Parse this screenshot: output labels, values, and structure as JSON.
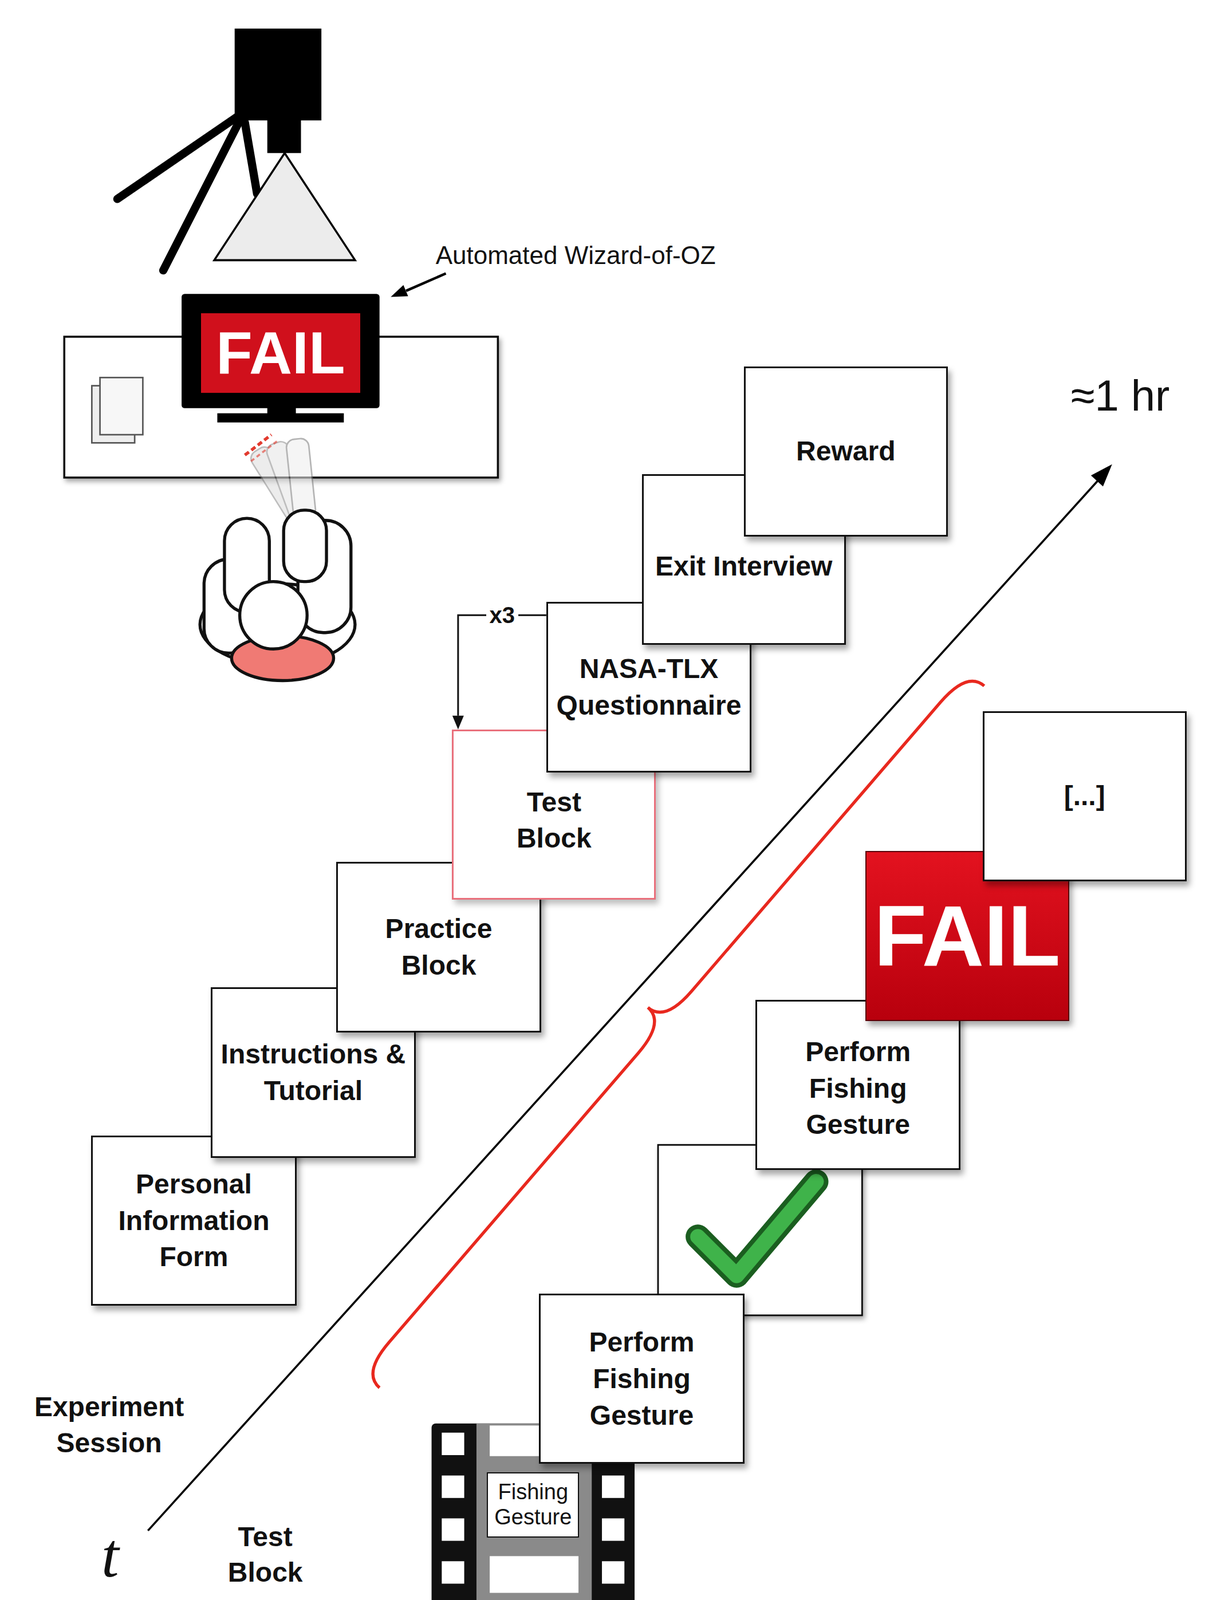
{
  "diagram": {
    "nodes": [
      {
        "text": [
          "FAIL"
        ]
      },
      {
        "text": [
          "Personal Information Form"
        ]
      },
      {
        "text": [
          "Instructions & Tutorial"
        ]
      },
      {
        "text": [
          "Practice Block"
        ]
      },
      {
        "text": [
          "Test Block"
        ]
      },
      {
        "text": [
          "NASA-TLX Questionnaire"
        ]
      },
      {
        "text": [
          "Exit Interview"
        ]
      },
      {
        "text": [
          "Reward"
        ]
      },
      {
        "text": [
          "Fishing Gesture"
        ]
      },
      {
        "text": [
          "Perform Fishing Gesture"
        ]
      },
      {
        "text": [
          "Perform Fishing Gesture"
        ]
      },
      {
        "text": [
          "FAIL"
        ]
      },
      {
        "text": [
          "[...]"
        ]
      }
    ],
    "edges": [
      {
        "from": 5,
        "to": 4,
        "arrow": "to",
        "label": "x3"
      }
    ],
    "labels": [
      "Automated Wizard-of-OZ",
      "≈1 hr",
      "Experiment Session",
      "t",
      "Test Block"
    ]
  }
}
